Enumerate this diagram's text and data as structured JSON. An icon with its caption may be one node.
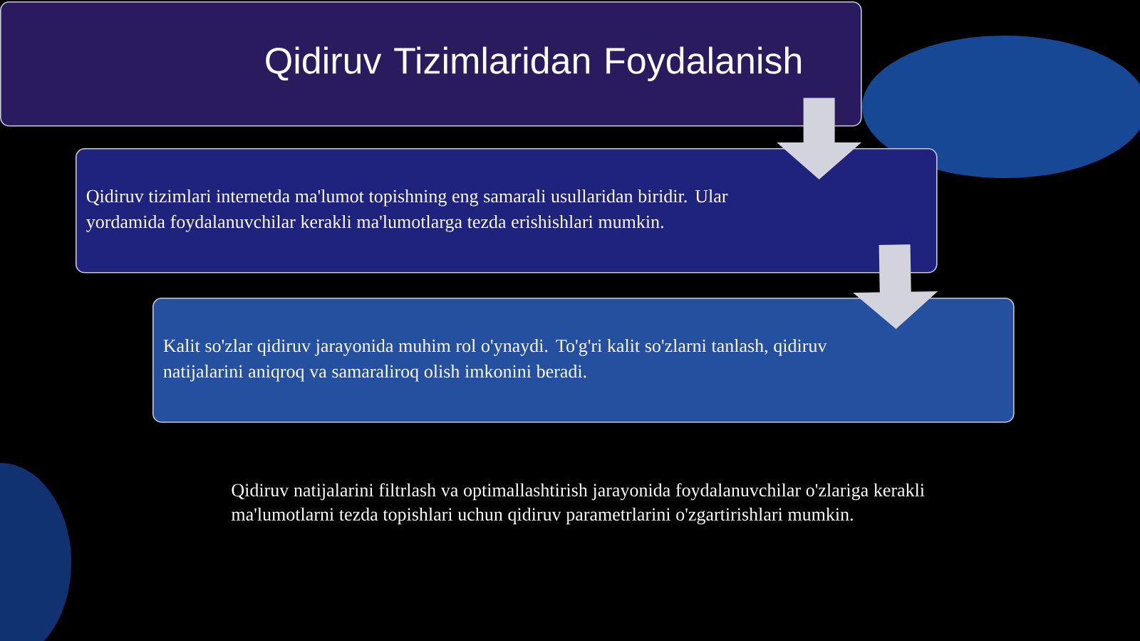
{
  "diagram": {
    "nodes": [
      {
        "text": [
          "Qidiruv Tizimlaridan Foydalanish"
        ]
      },
      {
        "text": [
          "Qidiruv tizimlari internetda ma'lumot topishning eng samarali usullaridan biridir. Ular yordamida foydalanuvchilar kerakli ma'lumotlarga tezda erishishlari mumkin."
        ]
      },
      {
        "text": [
          "Kalit so'zlar qidiruv jarayonida muhim rol o'ynaydi. To'g'ri kalit so'zlarni tanlash, qidiruv natijalarini aniqroq va samaraliroq olish imkonini beradi."
        ]
      }
    ],
    "edges": [
      {
        "from": 0,
        "to": 1,
        "arrow": "to"
      },
      {
        "from": 1,
        "to": 2,
        "arrow": "to"
      }
    ],
    "labels": [
      "Qidiruv natijalarini filtrlash va optimallashtirish jarayonida foydalanuvchilar o'zlariga kerakli ma'lumotlarni tezda topishlari uchun qidiruv parametrlarini o'zgartirishlari mumkin."
    ]
  }
}
